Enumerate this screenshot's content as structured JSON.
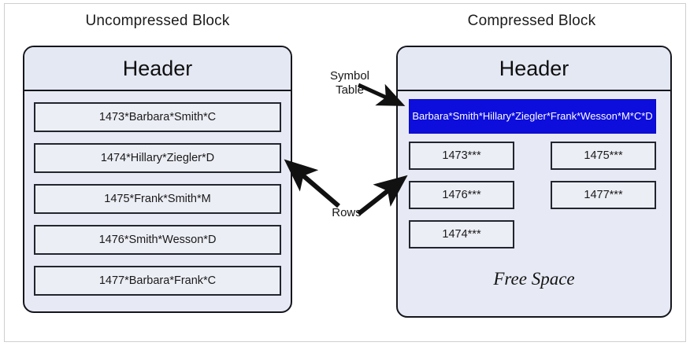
{
  "figure": {
    "title_left": "Uncompressed Block",
    "title_right": "Compressed Block"
  },
  "uncompressed_block": {
    "header_label": "Header",
    "rows": [
      "1473*Barbara*Smith*C",
      "1474*Hillary*Ziegler*D",
      "1475*Frank*Smith*M",
      "1476*Smith*Wesson*D",
      "1477*Barbara*Frank*C"
    ]
  },
  "compressed_block": {
    "header_label": "Header",
    "symbol_table_text": "Barbara*Smith*Hillary*Ziegler*Frank*Wesson*M*C*D",
    "rows_column_a": [
      "1473***",
      "1476***",
      "1474***"
    ],
    "rows_column_b": [
      "1475***",
      "1477***"
    ],
    "free_space_label": "Free Space"
  },
  "annotations": {
    "symbol_table": "Symbol\nTable",
    "rows": "Rows"
  },
  "colors": {
    "symbol_table_fill": "#0d0ddc",
    "symbol_table_text": "#ffffff",
    "block_fill": "#e7eaf4",
    "row_fill": "#eceef6",
    "border": "#15161c",
    "page_background": "#ffffff"
  }
}
